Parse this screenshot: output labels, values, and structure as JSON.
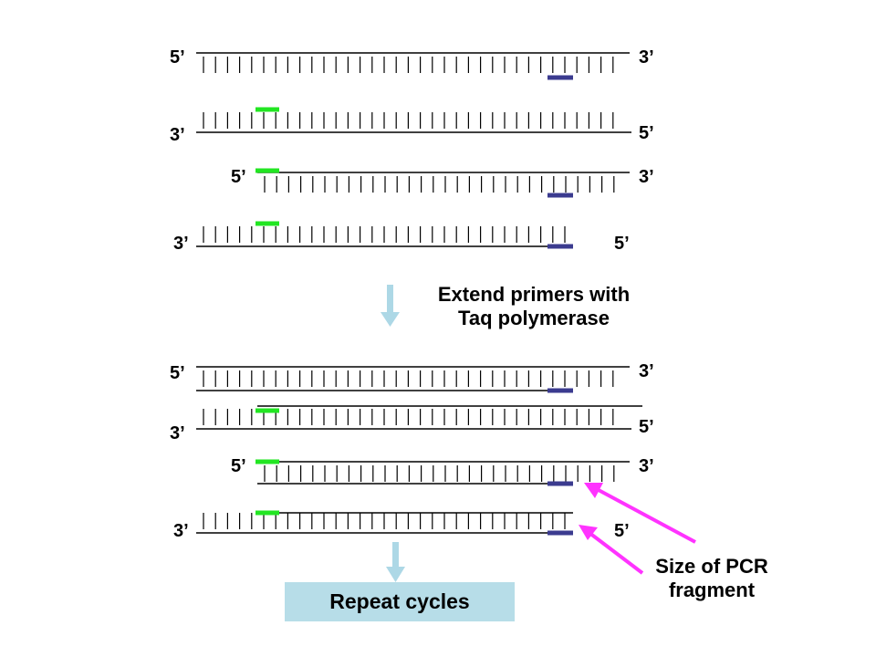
{
  "labels": {
    "five_prime": "5’",
    "three_prime": "3’"
  },
  "steps": {
    "extend_line1": "Extend primers with",
    "extend_line2": "Taq polymerase",
    "repeat": "Repeat cycles"
  },
  "annotation": {
    "line1": "Size of PCR",
    "line2": "fragment"
  },
  "colors": {
    "forward_primer": "#22e622",
    "reverse_primer": "#3b3b8f",
    "arrow": "#add8e6",
    "pointer": "#ff33ff",
    "repeat_box": "#b7dde8"
  }
}
